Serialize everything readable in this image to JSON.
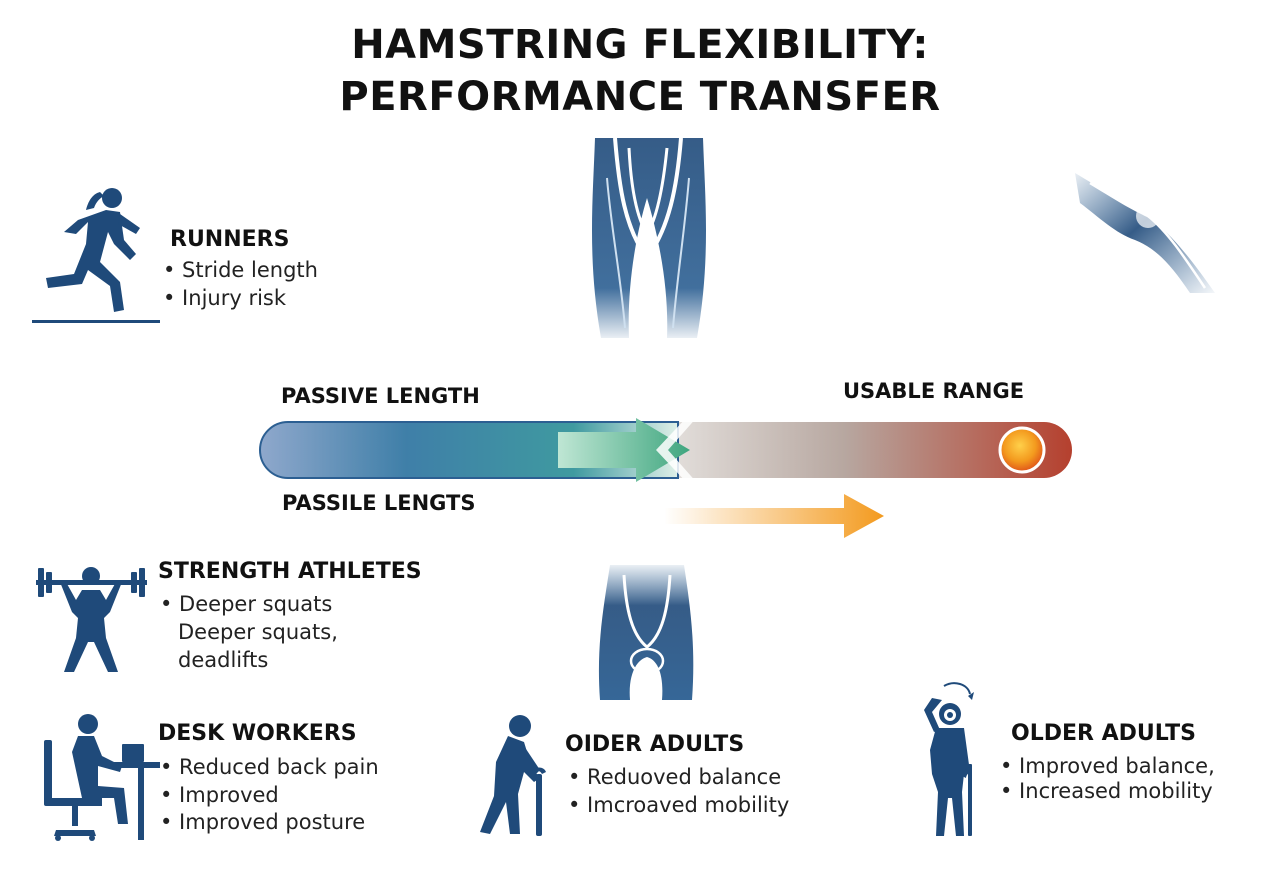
{
  "title": {
    "line1": "HAMSTRING FLEXIBILITY:",
    "line2": "PERFORMANCE TRANSFER"
  },
  "flow": {
    "left_label_top": "PASSIVE LENGTH",
    "left_label_bottom": "PASSILE LENGTS",
    "right_label": "USABLE RANGE",
    "colors": {
      "start": "#8fa8cc",
      "mid": "#3f8fa0",
      "green": "#52b08f",
      "end": "#b5402e",
      "orange": "#f39a1e"
    }
  },
  "groups": {
    "runners": {
      "heading": "RUNNERS",
      "bullets": [
        "• Stride length",
        "• Injury risk"
      ],
      "icon": "runner-icon"
    },
    "strength": {
      "heading": "STRENGTH ATHLETES",
      "bullets": [
        "• Deeper squats",
        "Deeper squats,",
        "deadlifts"
      ],
      "icon": "weightlifter-icon"
    },
    "desk": {
      "heading": "DESK WORKERS",
      "bullets": [
        "• Reduced back pain",
        "• Improved",
        "• Improved posture"
      ],
      "icon": "desk-worker-icon"
    },
    "older1": {
      "heading": "OIDER ADULTS",
      "bullets": [
        "• Reduoved balance",
        "• Imcroaved mobility"
      ],
      "icon": "elderly-cane-icon"
    },
    "older2": {
      "heading": "OLDER ADULTS",
      "bullets": [
        "• Improved balance,",
        "• Increased mobility"
      ],
      "icon": "elderly-stretch-icon"
    }
  },
  "palette": {
    "navy": "#1f4a7a",
    "blue": "#2c5f92"
  }
}
